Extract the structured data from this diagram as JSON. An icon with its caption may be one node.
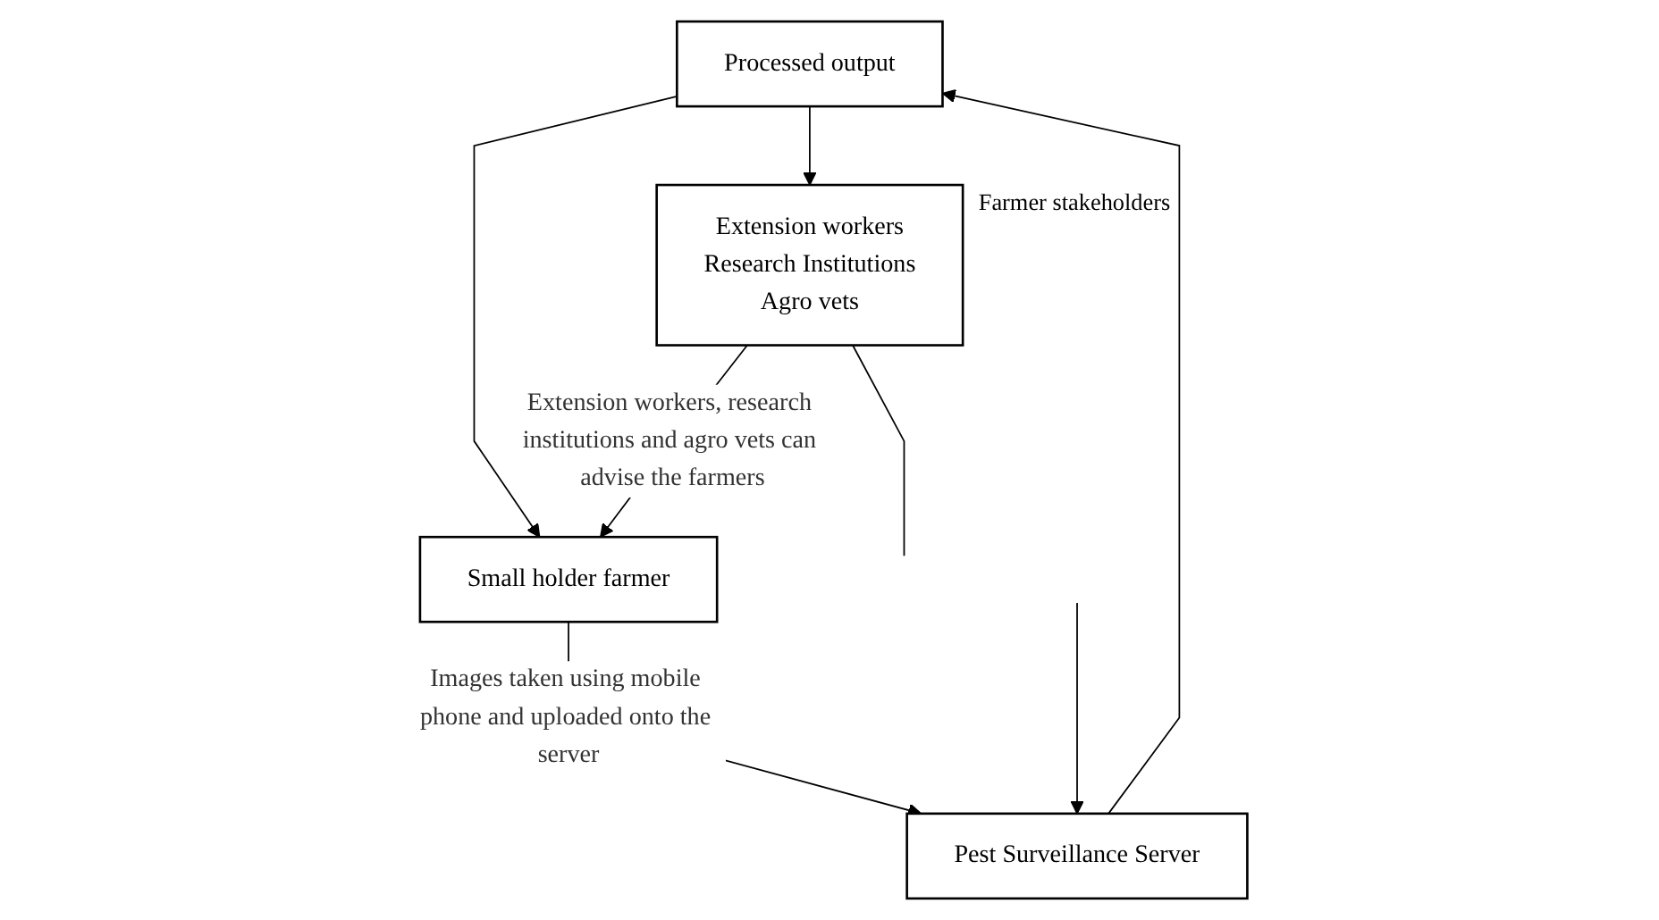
{
  "diagram": {
    "nodes": [
      {
        "text": [
          "Processed output"
        ]
      },
      {
        "text": [
          "Extension workers",
          "Research Institutions",
          "Agro vets"
        ],
        "beside": [
          "Farmer stakeholders"
        ]
      },
      {
        "text": [
          "Small holder farmer"
        ]
      },
      {
        "text": [
          "Pest Surveillance Server"
        ]
      }
    ],
    "edges": [
      {
        "from": 0,
        "to": 1,
        "arrow": "to"
      },
      {
        "from": 0,
        "to": 2,
        "arrow": "to"
      },
      {
        "from": 1,
        "to": 2,
        "arrow": "to",
        "label": "Extension workers, research institutions and agro vets can advise the farmers"
      },
      {
        "from": 2,
        "to": 3,
        "arrow": "to",
        "label": "Images taken using mobile phone and uploaded onto the server"
      },
      {
        "from": 3,
        "to": 0,
        "arrow": "to"
      },
      {
        "from": 1,
        "to": null,
        "arrow": "none"
      },
      {
        "from": null,
        "to": 3,
        "arrow": "to"
      }
    ]
  }
}
